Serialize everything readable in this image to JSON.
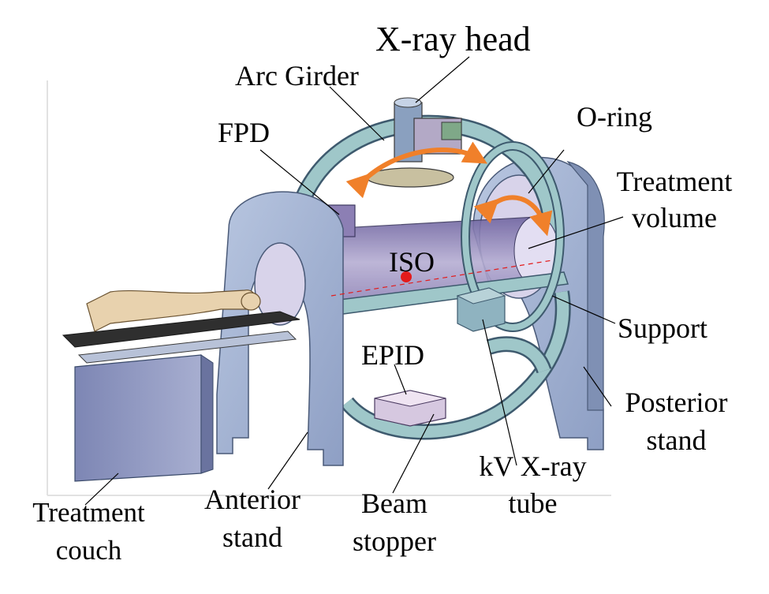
{
  "labels": {
    "xray_head": "X-ray head",
    "arc_girder": "Arc Girder",
    "o_ring": "O-ring",
    "fpd": "FPD",
    "treatment_volume_1": "Treatment",
    "treatment_volume_2": "volume",
    "iso": "ISO",
    "support": "Support",
    "epid": "EPID",
    "posterior_stand_1": "Posterior",
    "posterior_stand_2": "stand",
    "kv_tube_1": "kV X-ray",
    "kv_tube_2": "tube",
    "beam_stopper_1": "Beam",
    "beam_stopper_2": "stopper",
    "anterior_stand_1": "Anterior",
    "anterior_stand_2": "stand",
    "treatment_couch_1": "Treatment",
    "treatment_couch_2": "couch"
  },
  "colors": {
    "stand_front": "#a3b4d2",
    "stand_side": "#7f90b4",
    "ring": "#9fc7c9",
    "ring_edge": "#3e5a6e",
    "cylinder": "#8c7fb4",
    "couch_dark": "#3a3a3a",
    "couch_body": "#8e96c0",
    "arrow": "#f0802a",
    "iso_dot": "#e31b1b",
    "leader": "#000000"
  }
}
